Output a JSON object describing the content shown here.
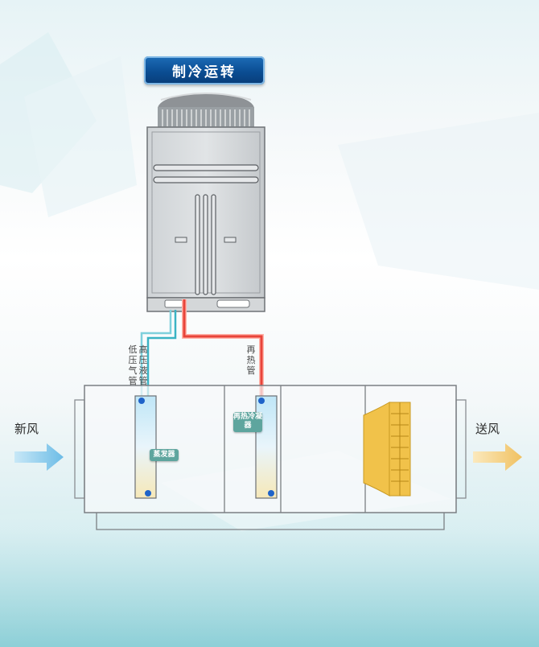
{
  "title": "制冷运转",
  "labels": {
    "fresh_air": "新风",
    "supply_air": "送风",
    "low_pressure_gas_pipe": "低压气管",
    "high_pressure_liquid_pipe": "高压液管",
    "reheat_pipe": "再热管",
    "evaporator": "蒸发器",
    "reheat_condenser": "再热冷凝器"
  },
  "colors": {
    "title_bg": "#0b4d93",
    "low_pressure_pipe": "#7fd0dc",
    "high_pressure_pipe": "#3ab3c4",
    "reheat_pipe": "#e8443a",
    "fresh_air_arrow": "#7cc6ea",
    "supply_air_arrow": "#f3cf78",
    "fan": "#f1c24a",
    "coil_port": "#1f63c9"
  }
}
